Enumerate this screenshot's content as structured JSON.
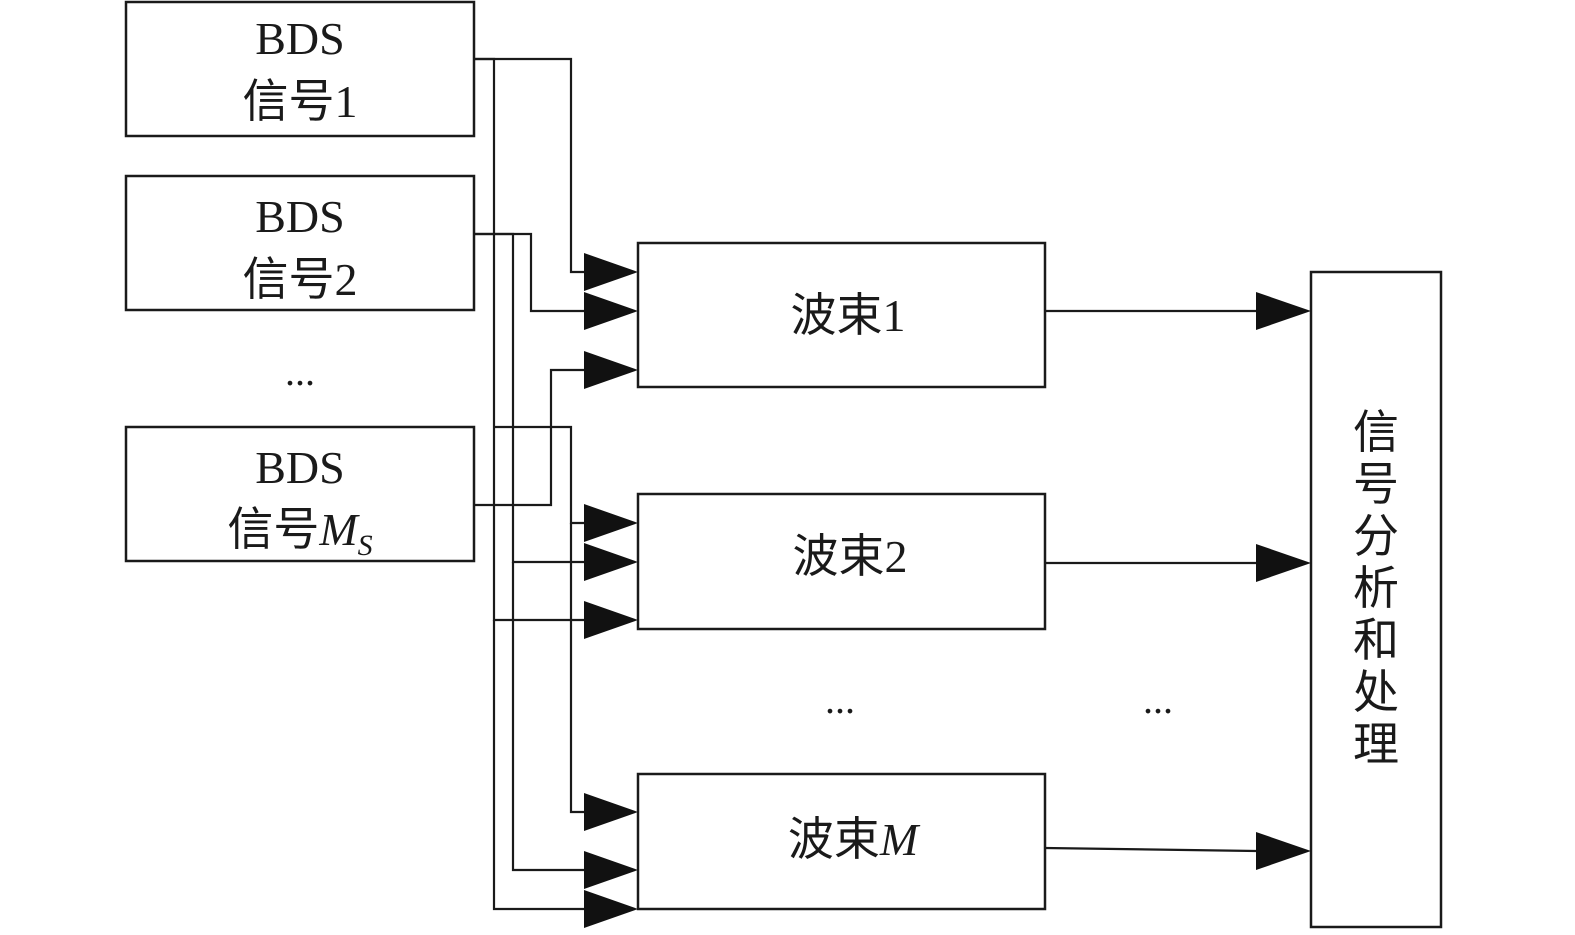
{
  "sources": [
    {
      "line1": "BDS",
      "line2": "信号1"
    },
    {
      "line1": "BDS",
      "line2": "信号2"
    },
    {
      "line1": "BDS",
      "line2_prefix": "信号",
      "line2_var": "M",
      "line2_sub": "S"
    }
  ],
  "source_ellipsis": "...",
  "beams": [
    {
      "prefix": "波束1"
    },
    {
      "prefix": "波束2"
    },
    {
      "prefix": "波束",
      "var": "M"
    }
  ],
  "beam_ellipsis": "...",
  "output_ellipsis": "...",
  "processor": {
    "chars": [
      "信",
      "号",
      "分",
      "析",
      "和",
      "处",
      "理"
    ]
  }
}
